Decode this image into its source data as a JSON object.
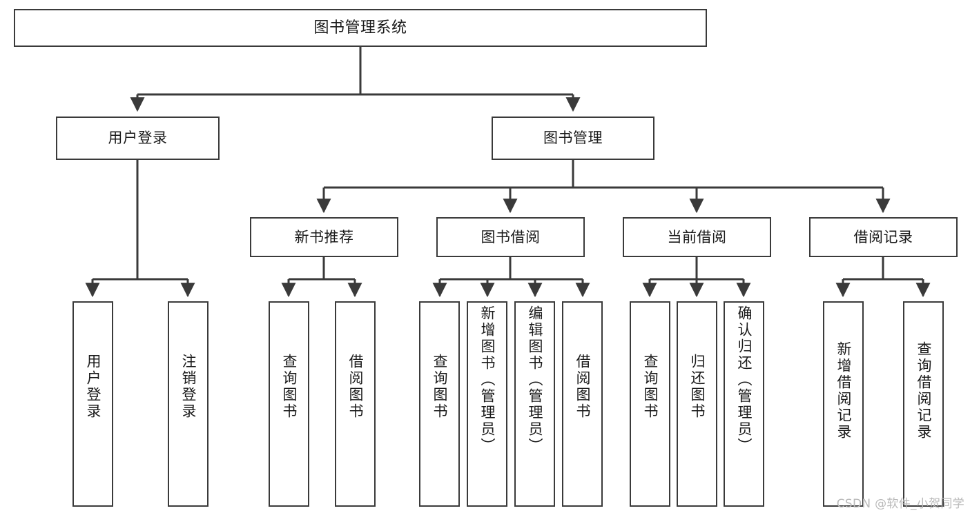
{
  "diagram": {
    "type": "tree-hierarchy",
    "title": "图书管理系统",
    "root": {
      "id": "root",
      "label": "图书管理系统"
    },
    "level2": [
      {
        "id": "user-login",
        "label": "用户登录"
      },
      {
        "id": "book-manage",
        "label": "图书管理"
      }
    ],
    "level3": [
      {
        "id": "new-book-rec",
        "label": "新书推荐"
      },
      {
        "id": "book-borrow",
        "label": "图书借阅"
      },
      {
        "id": "current-borrow",
        "label": "当前借阅"
      },
      {
        "id": "borrow-record",
        "label": "借阅记录"
      }
    ],
    "leaves": {
      "user_login": [
        {
          "id": "leaf-user-login",
          "label": "用户登录"
        },
        {
          "id": "leaf-logout",
          "label": "注销登录"
        }
      ],
      "new_book_rec": [
        {
          "id": "leaf-query-book-1",
          "label": "查询图书"
        },
        {
          "id": "leaf-borrow-book-1",
          "label": "借阅图书"
        }
      ],
      "book_borrow": [
        {
          "id": "leaf-query-book-2",
          "label": "查询图书"
        },
        {
          "id": "leaf-add-book",
          "label": "新增图书（管理员）"
        },
        {
          "id": "leaf-edit-book",
          "label": "编辑图书（管理员）"
        },
        {
          "id": "leaf-borrow-book-2",
          "label": "借阅图书"
        }
      ],
      "current_borrow": [
        {
          "id": "leaf-query-book-3",
          "label": "查询图书"
        },
        {
          "id": "leaf-return-book",
          "label": "归还图书"
        },
        {
          "id": "leaf-confirm-return",
          "label": "确认归还（管理员）"
        }
      ],
      "borrow_record": [
        {
          "id": "leaf-add-record",
          "label": "新增借阅记录"
        },
        {
          "id": "leaf-query-record",
          "label": "查询借阅记录"
        }
      ]
    }
  },
  "watermark": {
    "text": "CSDN @软件_小贺同学"
  },
  "colors": {
    "stroke": "#3a3a3a",
    "background": "#ffffff",
    "text": "#1a1a1a",
    "watermark": "#b9b9b9"
  }
}
